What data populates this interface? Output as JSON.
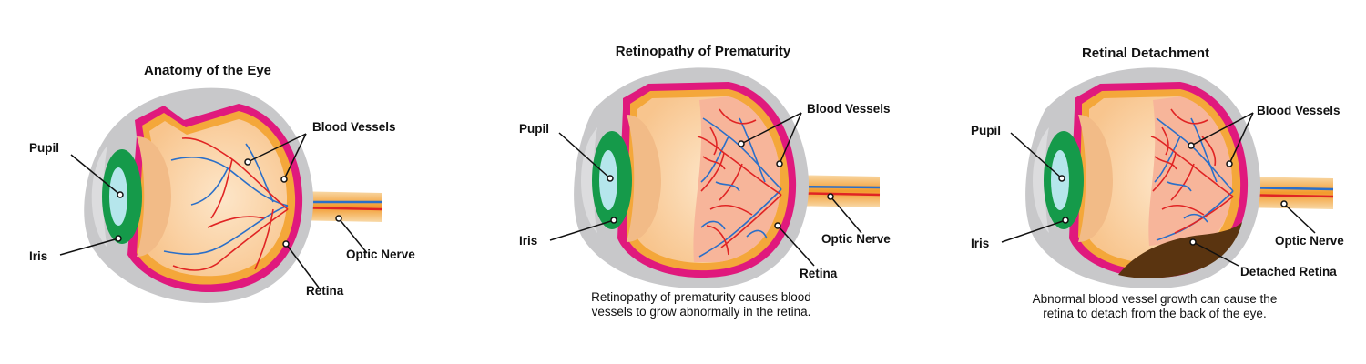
{
  "panels": [
    {
      "title": "Anatomy of the Eye",
      "labels": {
        "pupil": "Pupil",
        "iris": "Iris",
        "blood_vessels": "Blood Vessels",
        "optic_nerve": "Optic Nerve",
        "retina": "Retina"
      },
      "caption": []
    },
    {
      "title": "Retinopathy of Prematurity",
      "labels": {
        "pupil": "Pupil",
        "iris": "Iris",
        "blood_vessels": "Blood Vessels",
        "optic_nerve": "Optic Nerve",
        "retina": "Retina"
      },
      "caption": [
        "Retinopathy of prematurity causes blood",
        "vessels to grow abnormally in the retina."
      ]
    },
    {
      "title": "Retinal Detachment",
      "labels": {
        "pupil": "Pupil",
        "iris": "Iris",
        "blood_vessels": "Blood Vessels",
        "optic_nerve": "Optic Nerve",
        "detached_retina": "Detached Retina"
      },
      "caption": [
        "Abnormal blood vessel growth can cause the",
        "retina to detach from the back of the eye."
      ]
    }
  ],
  "colors": {
    "sclera": "#c8c8ca",
    "choroid": "#e0197d",
    "retina_band": "#f4a73a",
    "vitreous": "#fbd9b4",
    "lens": "#f7c89c",
    "iris": "#159a4a",
    "pupil": "#b5e6ec",
    "artery": "#e02424",
    "vein": "#2a6fc9",
    "detached": "#5a3410"
  }
}
